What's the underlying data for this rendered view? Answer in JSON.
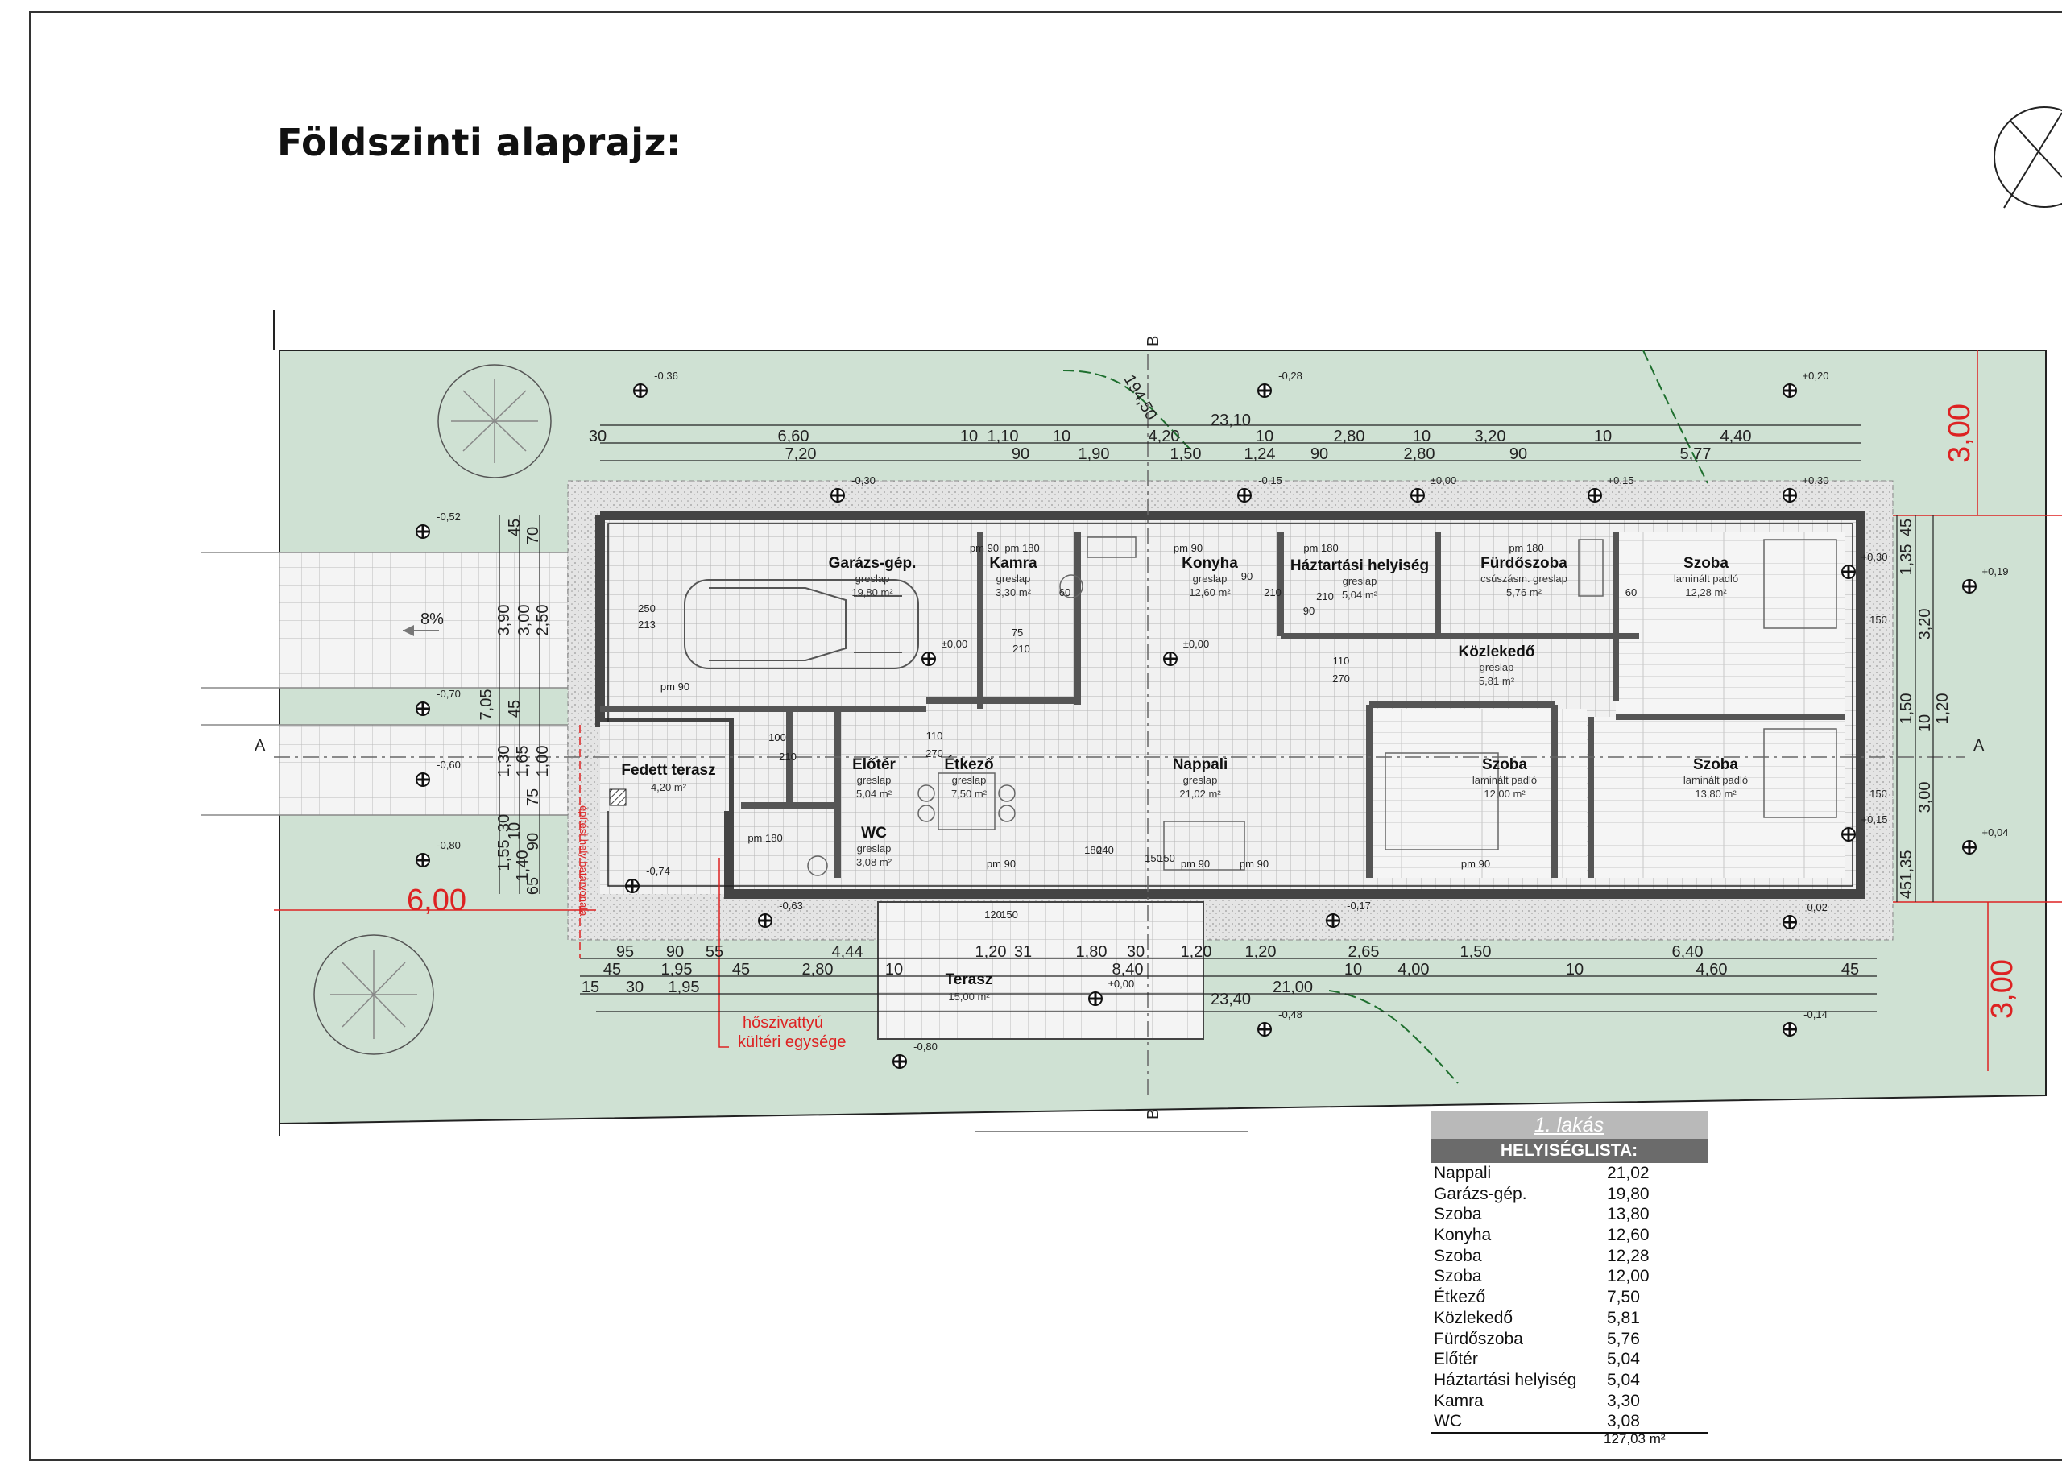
{
  "title": "Földszinti alaprajz:",
  "colors": {
    "site": "#cfe1d3",
    "wall": "#555555",
    "tile": "#e8e8e8",
    "gravel": "#e2e2e2",
    "red": "#dd2222",
    "green_line": "#1e6f2e"
  },
  "section_marks": {
    "b_top": "B",
    "b_bottom": "B",
    "a_left": "A",
    "a_right": "A"
  },
  "contour_label": "194,50",
  "slope_label": "8%",
  "setback": {
    "left": "6,00",
    "right_top": "3,00",
    "right_bottom": "3,00"
  },
  "annotations": {
    "build_line": "építési hely határvonala",
    "heat_pump_1": "hőszivattyú",
    "heat_pump_2": "kültéri egysége"
  },
  "levels": [
    "-0,36",
    "-0,28",
    "+0,20",
    "-0,30",
    "-0,15",
    "±0,00",
    "+0,15",
    "+0,30",
    "-0,52",
    "+0,30",
    "+0,19",
    "-0,70",
    "-0,60",
    "-0,80",
    "-0,74",
    "-0,63",
    "-0,17",
    "-0,02",
    "+0,15",
    "+0,04",
    "±0,00",
    "-0,48",
    "-0,14",
    "-0,80",
    "±0,00",
    "±0,00"
  ],
  "rooms": [
    {
      "name": "Garázs-gép.",
      "floor": "greslap",
      "area": "19,80 m²"
    },
    {
      "name": "Kamra",
      "floor": "greslap",
      "area": "3,30 m²"
    },
    {
      "name": "Konyha",
      "floor": "greslap",
      "area": "12,60 m²"
    },
    {
      "name": "Háztartási helyiség",
      "floor": "greslap",
      "area": "5,04 m²"
    },
    {
      "name": "Fürdőszoba",
      "floor": "csúszásm. greslap",
      "area": "5,76 m²"
    },
    {
      "name": "Szoba",
      "floor": "laminált padló",
      "area": "12,28 m²"
    },
    {
      "name": "Közlekedő",
      "floor": "greslap",
      "area": "5,81 m²"
    },
    {
      "name": "Fedett terasz",
      "floor": "",
      "area": "4,20 m²"
    },
    {
      "name": "Előtér",
      "floor": "greslap",
      "area": "5,04 m²"
    },
    {
      "name": "Étkező",
      "floor": "greslap",
      "area": "7,50 m²"
    },
    {
      "name": "WC",
      "floor": "greslap",
      "area": "3,08 m²"
    },
    {
      "name": "Nappali",
      "floor": "greslap",
      "area": "21,02 m²"
    },
    {
      "name": "Szoba",
      "floor": "laminált padló",
      "area": "12,00 m²"
    },
    {
      "name": "Szoba",
      "floor": "laminált padló",
      "area": "13,80 m²"
    },
    {
      "name": "Terasz",
      "floor": "",
      "area": "15,00 m²"
    }
  ],
  "dims_top": {
    "row0": "23,10",
    "row1": [
      "30",
      "6,60",
      "10",
      "1,10",
      "10",
      "4,20",
      "10",
      "2,80",
      "10",
      "3,20",
      "10",
      "4,40"
    ],
    "row2": [
      "7,20",
      "90",
      "1,90",
      "1,50",
      "1,24",
      "90",
      "2,80",
      "90",
      "5,77"
    ]
  },
  "dims_bottom": {
    "row1": [
      "95",
      "90",
      "55",
      "4,44",
      "1,20",
      "31",
      "1,80",
      "30",
      "1,20",
      "1,20",
      "2,65",
      "1,50",
      "6,40"
    ],
    "row2": [
      "45",
      "1,95",
      "45",
      "2,80",
      "10",
      "8,40",
      "10",
      "4,00",
      "10",
      "4,60",
      "45"
    ],
    "row3": [
      "15",
      "30",
      "1,95",
      "21,00"
    ],
    "row4": "23,40"
  },
  "dims_left": [
    "3,90",
    "3,00",
    "2,50",
    "45",
    "70",
    "7,05",
    "45",
    "1,30",
    "1,65",
    "1,00",
    "75",
    "30",
    "1,55",
    "1,40",
    "10",
    "90",
    "65"
  ],
  "dims_right": [
    "45",
    "1,35",
    "3,20",
    "1,50",
    "1,20",
    "10",
    "3,00",
    "1,35",
    "45"
  ],
  "door_labels": [
    "pm 180",
    "pm 90",
    "pm 180",
    "pm 180",
    "250",
    "213",
    "100",
    "210",
    "110",
    "270",
    "110",
    "270",
    "60",
    "60",
    "75",
    "210",
    "90",
    "210",
    "90",
    "210",
    "pm 90",
    "pm 90",
    "pm 90",
    "pm 90",
    "pm 90",
    "pm 90",
    "pm 180",
    "180",
    "240",
    "150",
    "150",
    "150",
    "150",
    "120",
    "150"
  ],
  "table": {
    "title": "1. lakás",
    "heading": "HELYISÉGLISTA:",
    "rows": [
      {
        "name": "Nappali",
        "value": "21,02"
      },
      {
        "name": "Garázs-gép.",
        "value": "19,80"
      },
      {
        "name": "Szoba",
        "value": "13,80"
      },
      {
        "name": "Konyha",
        "value": "12,60"
      },
      {
        "name": "Szoba",
        "value": "12,28"
      },
      {
        "name": "Szoba",
        "value": "12,00"
      },
      {
        "name": "Étkező",
        "value": "7,50"
      },
      {
        "name": "Közlekedő",
        "value": "5,81"
      },
      {
        "name": "Fürdőszoba",
        "value": "5,76"
      },
      {
        "name": "Előtér",
        "value": "5,04"
      },
      {
        "name": "Háztartási helyiség",
        "value": "5,04"
      },
      {
        "name": "Kamra",
        "value": "3,30"
      },
      {
        "name": "WC",
        "value": "3,08"
      }
    ],
    "total": "127,03 m²"
  }
}
